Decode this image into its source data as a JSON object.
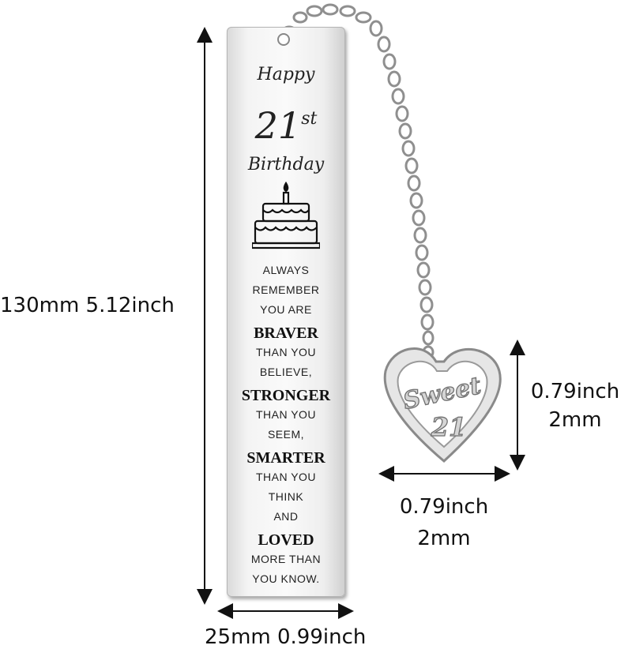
{
  "dimensions": {
    "height": "130mm 5.12inch",
    "width": "25mm 0.99inch",
    "charm_height": [
      "0.79inch",
      "2mm"
    ],
    "charm_width": [
      "0.79inch",
      "2mm"
    ]
  },
  "bookmark": {
    "happy": "Happy",
    "number": "21",
    "suffix": "st",
    "birthday": "Birthday",
    "lines": [
      {
        "text": "ALWAYS",
        "style": "plain"
      },
      {
        "text": "REMEMBER",
        "style": "plain"
      },
      {
        "text": "YOU ARE",
        "style": "plain"
      },
      {
        "text": "BRAVER",
        "style": "bold"
      },
      {
        "text": "THAN YOU",
        "style": "plain"
      },
      {
        "text": "BELIEVE,",
        "style": "plain"
      },
      {
        "text": "STRONGER",
        "style": "bold"
      },
      {
        "text": "THAN YOU",
        "style": "plain"
      },
      {
        "text": "SEEM,",
        "style": "plain"
      },
      {
        "text": "SMARTER",
        "style": "bold"
      },
      {
        "text": "THAN YOU",
        "style": "plain"
      },
      {
        "text": "THINK",
        "style": "plain"
      },
      {
        "text": "AND",
        "style": "plain"
      },
      {
        "text": "LOVED",
        "style": "bold"
      },
      {
        "text": "MORE THAN",
        "style": "plain"
      },
      {
        "text": "YOU KNOW.",
        "style": "plain"
      }
    ]
  },
  "charm": {
    "word": "Sweet",
    "number": "21"
  }
}
